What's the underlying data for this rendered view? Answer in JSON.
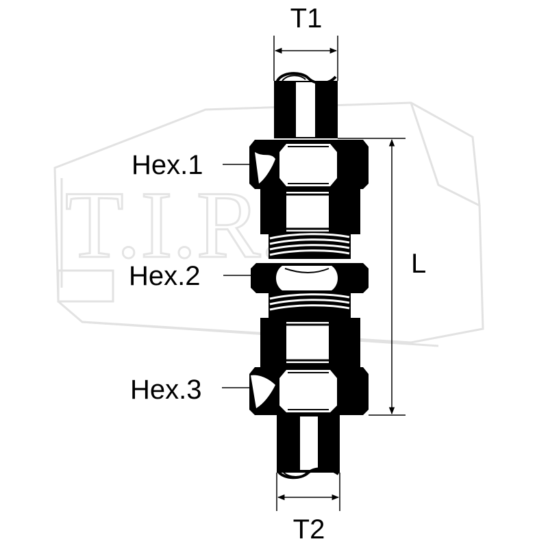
{
  "diagram": {
    "labels": {
      "t1": "T1",
      "t2": "T2",
      "l": "L",
      "hex1": "Hex.1",
      "hex2": "Hex.2",
      "hex3": "Hex.3"
    },
    "watermark_text": "T.I.R.",
    "colors": {
      "ink": "#000000",
      "paper": "#ffffff",
      "watermark": "#e2e2e2",
      "highlight": "#ffffff"
    }
  }
}
